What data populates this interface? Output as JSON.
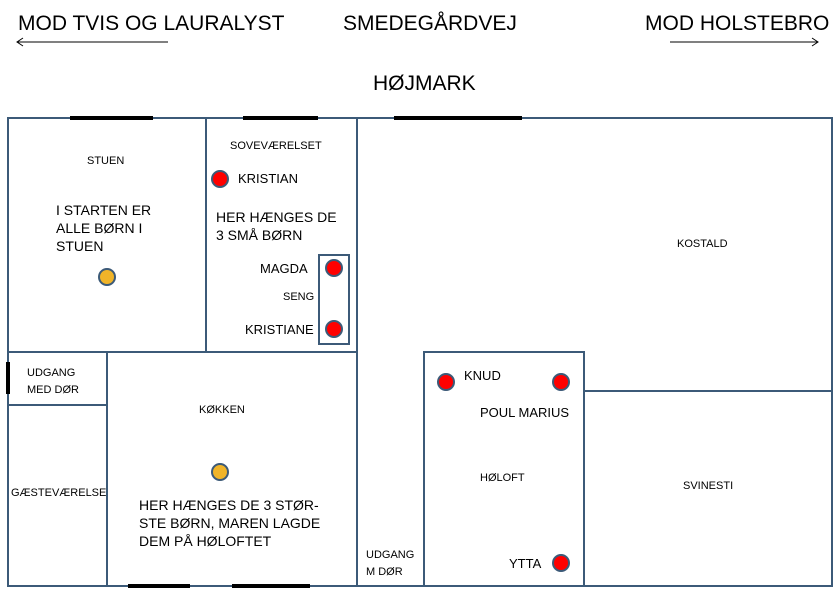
{
  "street": {
    "left_direction": "MOD TVIS OG LAURALYST",
    "name": "SMEDEGÅRDVEJ",
    "right_direction": "MOD HOLSTEBRO"
  },
  "farm_name": "HØJMARK",
  "rooms": {
    "stuen": "STUEN",
    "sovevaerelset": "SOVEVÆRELSET",
    "seng": "SENG",
    "kostald": "KOSTALD",
    "udgang_med_dor": [
      "UDGANG",
      "MED DØR"
    ],
    "kokken": "KØKKEN",
    "gaestevaerelse": "GÆSTEVÆRELSE",
    "holoft": "HØLOFT",
    "svinesti": "SVINESTI",
    "udgang_m_dor": [
      "UDGANG",
      "M DØR"
    ]
  },
  "notes": {
    "stuen_note": [
      "I STARTEN ER",
      "ALLE BØRN I",
      "STUEN"
    ],
    "soverum_note": [
      "HER HÆNGES DE",
      "3 SMÅ BØRN"
    ],
    "kokken_note": [
      "HER HÆNGES DE 3 STØR-",
      "STE BØRN, MAREN LAGDE",
      "DEM PÅ HØLOFTET"
    ]
  },
  "people": {
    "kristian": "KRISTIAN",
    "magda": "MAGDA",
    "kristiane": "KRISTIANE",
    "knud": "KNUD",
    "poul_marius": "POUL MARIUS",
    "ytta": "YTTA"
  },
  "colors": {
    "wall": "#3c5a78",
    "red_marker": "#ff0000",
    "yellow_marker": "#f0b429",
    "marker_border": "#3c5a78"
  }
}
